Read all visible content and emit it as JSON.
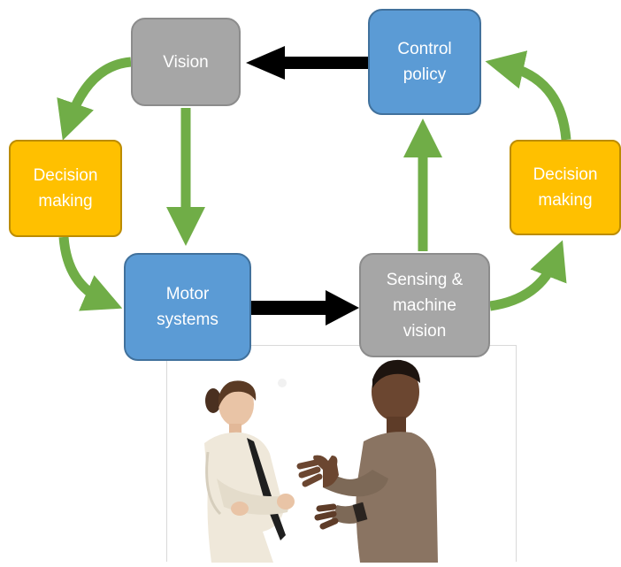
{
  "nodes": {
    "vision": "Vision",
    "control_policy": "Control\npolicy",
    "decision_making_left": "Decision\nmaking",
    "decision_making_right": "Decision\nmaking",
    "motor_systems": "Motor\nsystems",
    "sensing_machine_vision": "Sensing &\nmachine\nvision"
  },
  "colors": {
    "gray_box": "#a6a6a6",
    "blue_box": "#5b9bd5",
    "orange_box": "#ffc000",
    "green_arrow": "#70ad47",
    "black_arrow": "#000000"
  },
  "photo": {
    "icon": "two-people-conversation-illustration"
  }
}
